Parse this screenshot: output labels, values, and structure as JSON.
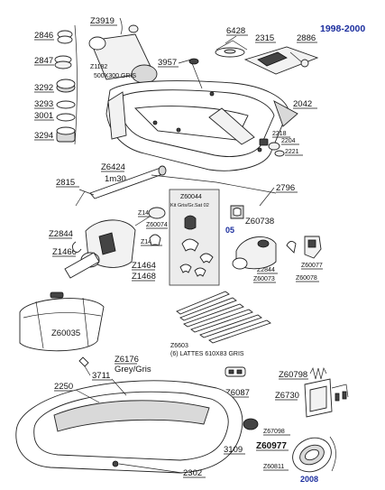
{
  "header": {
    "years": "1998-2000",
    "years_new": "2008"
  },
  "labels": {
    "p2846": "2846",
    "pz3919": "Z3919",
    "p6428": "6428",
    "p2315": "2315",
    "p2886": "2886",
    "p2847": "2847",
    "pz1182": "Z1182",
    "pz1182_size": "500X300 GRIS",
    "p3957": "3957",
    "p3292": "3292",
    "p3293": "3293",
    "p3001": "3001",
    "p3294": "3294",
    "p2042": "2042",
    "p2218": "2218",
    "p2204": "2204",
    "p2221": "2221",
    "pz6424": "Z6424",
    "pz6424_len": "1m30",
    "p2815": "2815",
    "p2796": "2796",
    "pz60044": "Z60044",
    "kit_text": "Kit Gris/Gr.Sat 02",
    "pz1460": "Z1460",
    "pz60074": "Z60074",
    "pz60738": "Z60738",
    "p05": "05",
    "p2844_left": "Z2844",
    "pz1462": "Z1462",
    "pz1466": "Z1466",
    "pz1464": "Z1464",
    "pz1468": "Z1468",
    "pz2844_right": "Z2844",
    "pz60077": "Z60077",
    "pz60073": "Z60073",
    "pz60078": "Z60078",
    "pz60035": "Z60035",
    "pz6603": "Z6603",
    "lattes_text": "(6) LATTES  610X83 GRIS",
    "pz6176": "Z6176",
    "grey_gris": "Grey/Gris",
    "p3711": "3711",
    "p2250": "2250",
    "pz6087": "Z6087",
    "pz60798": "Z60798",
    "pz6730": "Z6730",
    "pz67098": "Z67098",
    "pz60977": "Z60977",
    "pz60811": "Z60811",
    "p3109": "3109",
    "p2302": "2302"
  }
}
